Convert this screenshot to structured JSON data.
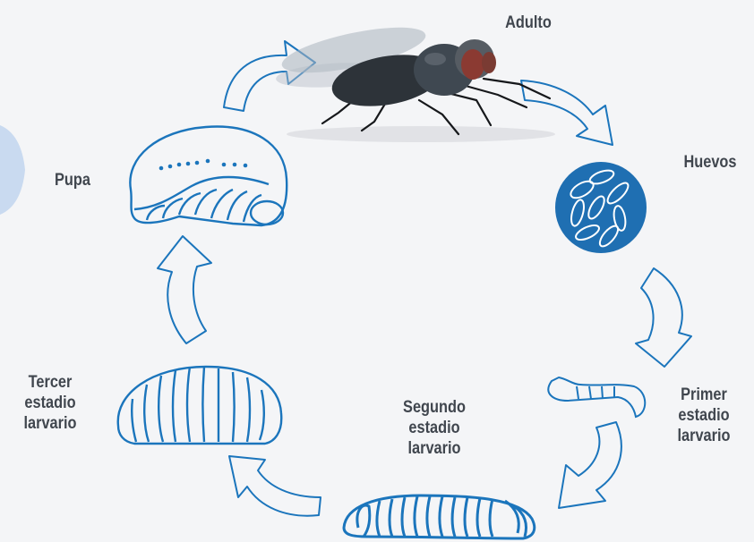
{
  "diagram": {
    "stages": {
      "adulto": {
        "lines": [
          "Adulto"
        ]
      },
      "huevos": {
        "lines": [
          "Huevos"
        ]
      },
      "primer": {
        "lines": [
          "Primer",
          "estadio",
          "larvario"
        ]
      },
      "segundo": {
        "lines": [
          "Segundo",
          "estadio",
          "larvario"
        ]
      },
      "tercer": {
        "lines": [
          "Tercer",
          "estadio",
          "larvario"
        ]
      },
      "pupa": {
        "lines": [
          "Pupa"
        ]
      }
    },
    "colors": {
      "accent": "#1b75bc",
      "egg_disc": "#1f6fb2",
      "label_text": "#40464e",
      "background": "#f4f5f7",
      "side_tab": "#c9daf0"
    },
    "icons": [
      "adult-fly-icon",
      "eggs-icon",
      "first-instar-larva-icon",
      "second-instar-larva-icon",
      "third-instar-larva-icon",
      "pupa-icon"
    ]
  }
}
